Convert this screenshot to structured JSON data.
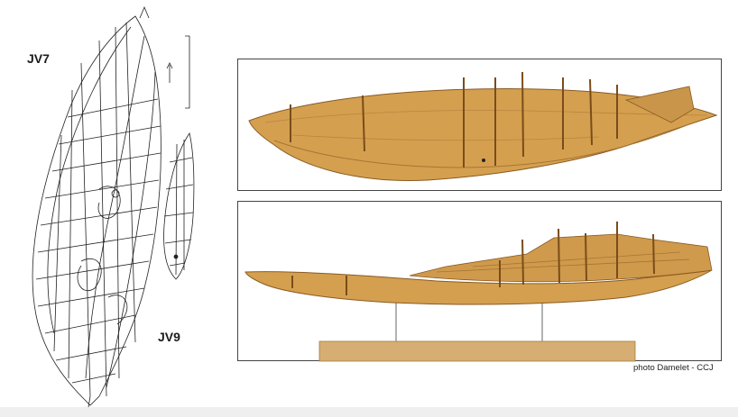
{
  "drawing": {
    "label_upper": "JV7",
    "label_lower": "JV9"
  },
  "photo_top": {
    "subject": "ship-model-top-view"
  },
  "photo_bottom": {
    "subject": "ship-model-side-view"
  },
  "credit": "photo Damelet - CCJ",
  "colors": {
    "wood_light": "#d9a95c",
    "wood_mid": "#c48a3f",
    "wood_dark": "#8a5a22",
    "frame_border": "#444444",
    "line_drawing": "#222222"
  }
}
